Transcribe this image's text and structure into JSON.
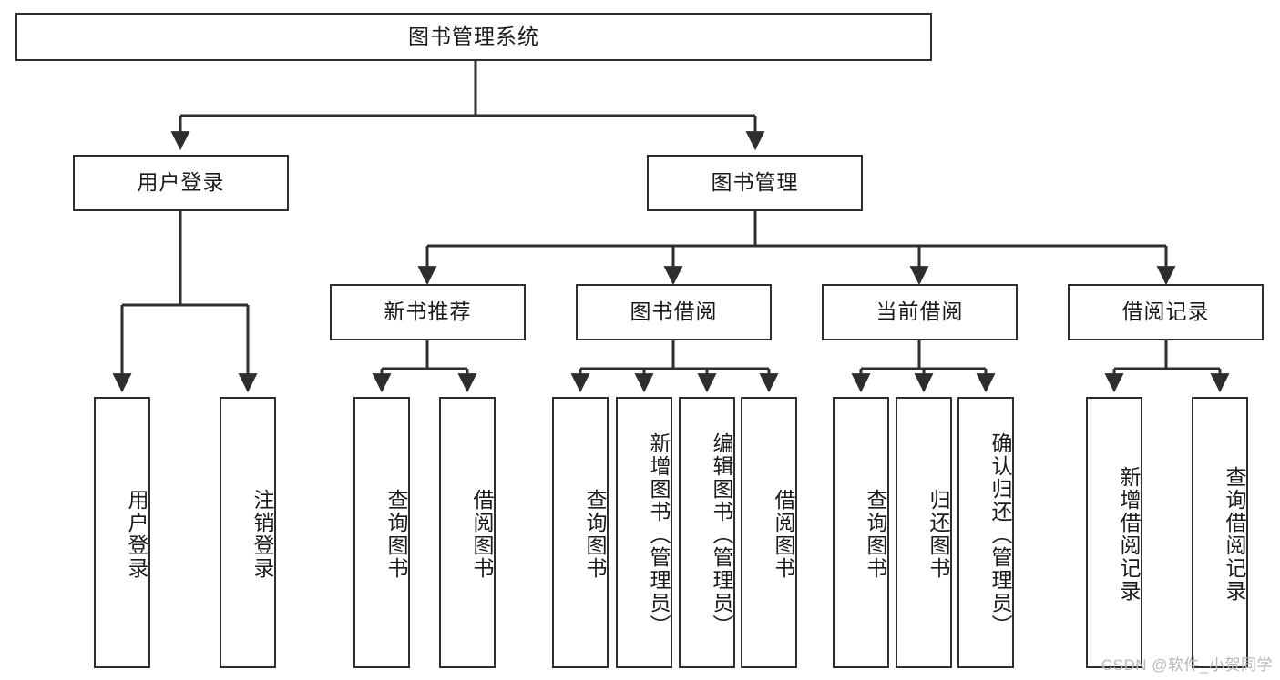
{
  "diagram": {
    "title_text": "图书管理系统",
    "type": "hierarchy-tree",
    "levels": 4,
    "colors": {
      "stroke": "#2e2e2e",
      "fill": "#ffffff",
      "text": "#1a1a1a",
      "watermark": "#b8b8b8"
    },
    "root": {
      "label": "图书管理系统"
    },
    "level2": [
      {
        "label": "用户登录"
      },
      {
        "label": "图书管理"
      }
    ],
    "level3": [
      {
        "label": "新书推荐"
      },
      {
        "label": "图书借阅"
      },
      {
        "label": "当前借阅"
      },
      {
        "label": "借阅记录"
      }
    ],
    "leaves": {
      "user_login": [
        {
          "label": "用户登录"
        },
        {
          "label": "注销登录"
        }
      ],
      "new_book_recommend": [
        {
          "label": "查询图书"
        },
        {
          "label": "借阅图书"
        }
      ],
      "book_borrow": [
        {
          "label": "查询图书"
        },
        {
          "label": "新增图书（管理员）"
        },
        {
          "label": "编辑图书（管理员）"
        },
        {
          "label": "借阅图书"
        }
      ],
      "current_borrow": [
        {
          "label": "查询图书"
        },
        {
          "label": "归还图书"
        },
        {
          "label": "确认归还（管理员）"
        }
      ],
      "borrow_record": [
        {
          "label": "新增借阅记录"
        },
        {
          "label": "查询借阅记录"
        }
      ]
    },
    "watermark": "CSDN @软件_小贺同学"
  }
}
